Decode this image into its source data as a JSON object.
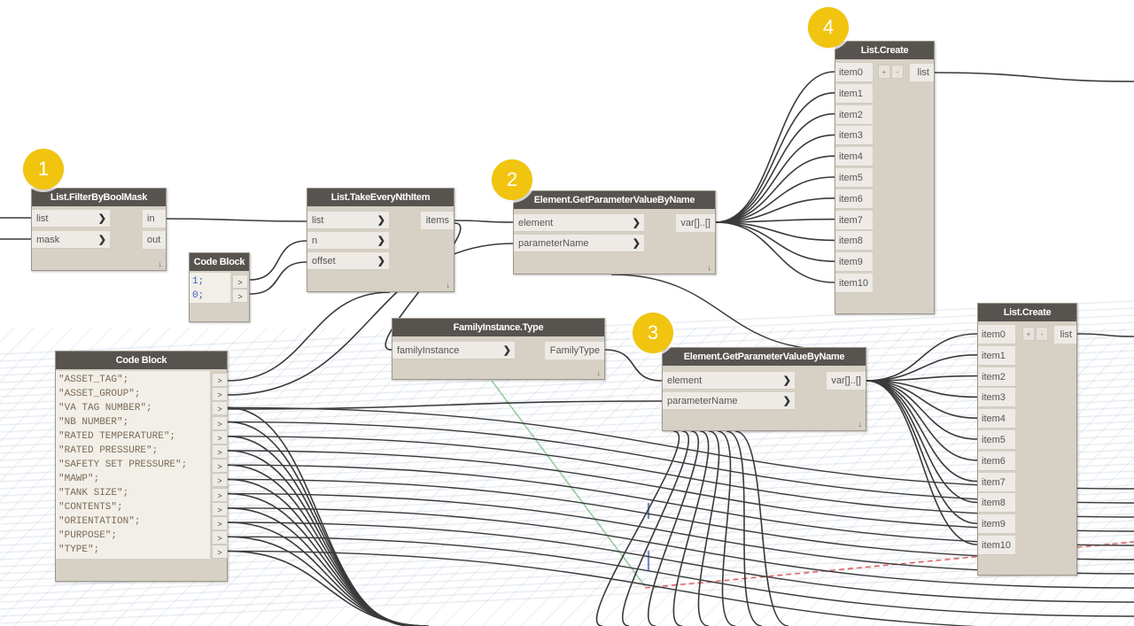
{
  "badges": [
    "1",
    "2",
    "3",
    "4"
  ],
  "nodes": {
    "filter": {
      "title": "List.FilterByBoolMask",
      "inputs": [
        "list",
        "mask"
      ],
      "outputs": [
        "in",
        "out"
      ],
      "lacing": "↓"
    },
    "code_small": {
      "title": "Code Block",
      "lines": [
        "1;",
        "0;"
      ],
      "out": ">"
    },
    "take_nth": {
      "title": "List.TakeEveryNthItem",
      "inputs": [
        "list",
        "n",
        "offset"
      ],
      "outputs": [
        "items"
      ],
      "lacing": "↓"
    },
    "get_param_1": {
      "title": "Element.GetParameterValueByName",
      "inputs": [
        "element",
        "parameterName"
      ],
      "outputs": [
        "var[]..[]"
      ],
      "lacing": "↓"
    },
    "list_create_1": {
      "title": "List.Create",
      "items": [
        "item0",
        "item1",
        "item2",
        "item3",
        "item4",
        "item5",
        "item6",
        "item7",
        "item8",
        "item9",
        "item10"
      ],
      "plus": "+",
      "minus": "-",
      "output": "list"
    },
    "code_big": {
      "title": "Code Block",
      "lines": [
        "\"ASSET_TAG\";",
        "\"ASSET_GROUP\";",
        "\"VA TAG NUMBER\";",
        "\"NB NUMBER\";",
        "\"RATED TEMPERATURE\";",
        "\"RATED PRESSURE\";",
        "\"SAFETY SET PRESSURE\";",
        "\"MAWP\";",
        "\"TANK SIZE\";",
        "\"CONTENTS\";",
        "\"ORIENTATION\";",
        "\"PURPOSE\";",
        "\"TYPE\";"
      ],
      "out": ">"
    },
    "family_type": {
      "title": "FamilyInstance.Type",
      "inputs": [
        "familyInstance"
      ],
      "outputs": [
        "FamilyType"
      ],
      "lacing": "↓"
    },
    "get_param_2": {
      "title": "Element.GetParameterValueByName",
      "inputs": [
        "element",
        "parameterName"
      ],
      "outputs": [
        "var[]..[]"
      ],
      "lacing": "↓"
    },
    "list_create_2": {
      "title": "List.Create",
      "items": [
        "item0",
        "item1",
        "item2",
        "item3",
        "item4",
        "item5",
        "item6",
        "item7",
        "item8",
        "item9",
        "item10"
      ],
      "plus": "+",
      "minus": "-",
      "output": "list"
    }
  },
  "colors": {
    "node_header": "#57534f",
    "node_body": "#d6d0c5",
    "port_bg": "#eeebe6",
    "badge": "#f1c40f",
    "wire": "#3a3a3a",
    "grid": "#9fb3c8",
    "axis_red": "#cc2222",
    "axis_green": "#2f9a3f",
    "axis_blue": "#2f4fa8"
  }
}
